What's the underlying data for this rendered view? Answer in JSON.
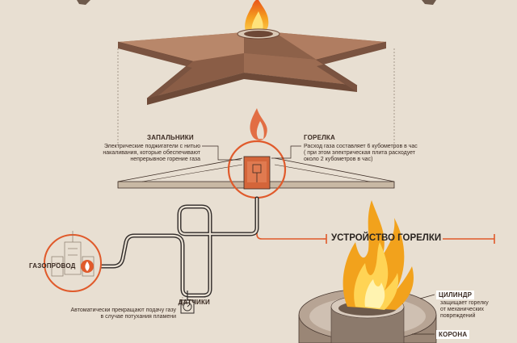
{
  "labels": {
    "igniters": {
      "title": "ЗАПАЛЬНИКИ",
      "text": [
        "Электрические поджигатели с нитью",
        "накаливания, которые обеспечивают",
        "непрерывное горение газа"
      ]
    },
    "burner": {
      "title": "ГОРЕЛКА",
      "text": [
        "Расход газа составляет 6 кубометров в час",
        "( при этом электрическая плита расходует",
        "около 2 кубометров в час)"
      ]
    },
    "main_title": "УСТРОЙСТВО ГОРЕЛКИ",
    "gas_pipeline": "ГАЗОПРОВОД",
    "sensors": {
      "title": "ДАТЧИКИ",
      "text": [
        "Автоматически прекращают подачу газу",
        "в случае потухания пламени"
      ]
    },
    "cylinder": {
      "title": "ЦИЛИНДР",
      "text": [
        "защищает горелку",
        "от механических",
        "повреждений"
      ]
    },
    "crown": "КОРОНА"
  },
  "colors": {
    "background": "#e8dfd2",
    "accent": "#e05a2b",
    "star": "#9a6e55",
    "line": "#4a3a32",
    "flame": "#f2a21c"
  }
}
